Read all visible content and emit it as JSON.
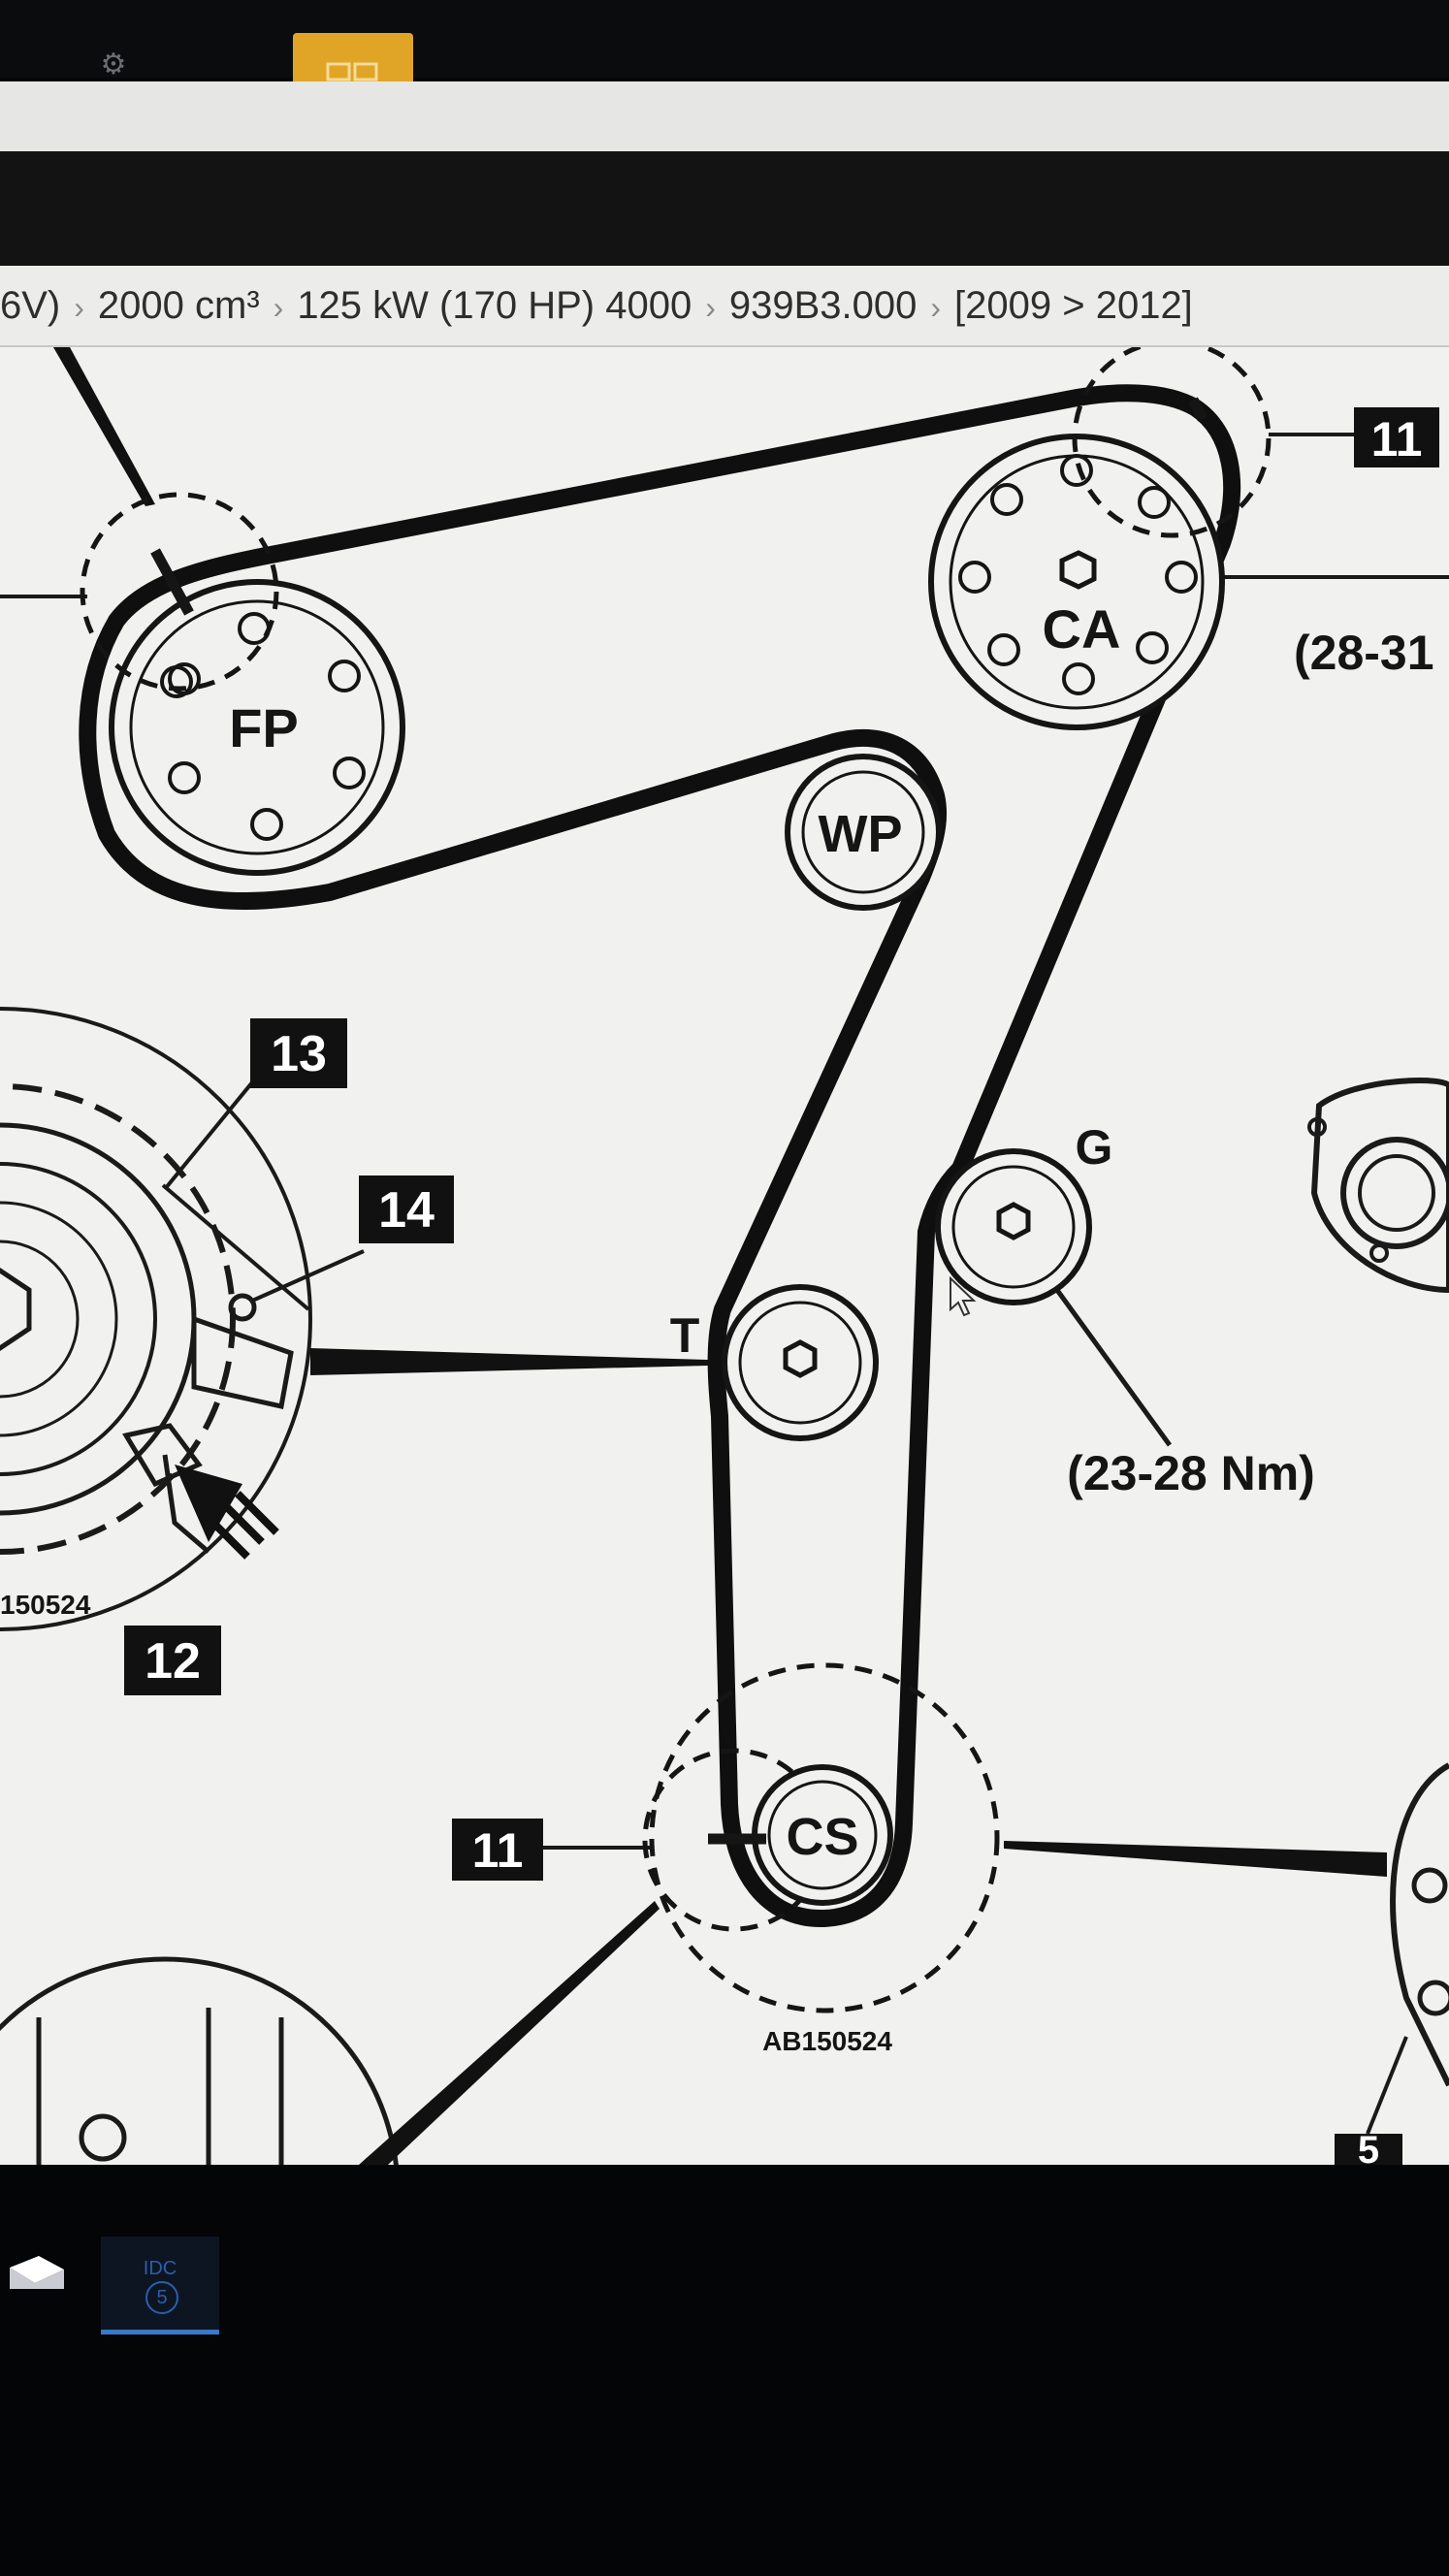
{
  "window": {
    "accent_color": "#e0a526",
    "toolbar_icons": [
      "gear-icon",
      "book-icon"
    ]
  },
  "breadcrumb": {
    "items": [
      "6V)",
      "2000 cm³",
      "125 kW (170 HP) 4000",
      "939B3.000",
      "[2009 > 2012]"
    ],
    "separator": "›"
  },
  "diagram": {
    "pulleys": {
      "fp": "FP",
      "ca": "CA",
      "wp": "WP",
      "g": "G",
      "t": "T",
      "cs": "CS"
    },
    "callouts": {
      "c11_top": "11",
      "c11_bottom": "11",
      "c12": "12",
      "c13": "13",
      "c14": "14",
      "c5": "5"
    },
    "torque_g": "(23-28 Nm)",
    "torque_ca": "(28-31",
    "figure_id": "AB150524",
    "figure_id_left": "150524"
  },
  "taskbar": {
    "app_label": "IDC",
    "app_number": "5"
  }
}
